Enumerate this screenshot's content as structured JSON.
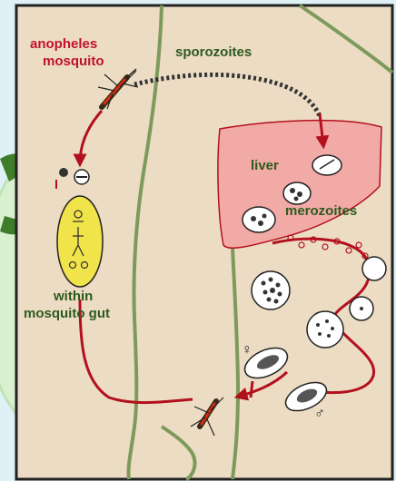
{
  "labels": {
    "mosquito": [
      "anopheles",
      "mosquito"
    ],
    "sporozoites": "sporozoites",
    "liver": "liver",
    "merozoites": "merozoites",
    "gut": [
      "within",
      "mosquito gut"
    ]
  },
  "symbols": {
    "female": "♀",
    "male": "♂"
  },
  "colors": {
    "background_panel": "#ecdcc4",
    "body_outline": "#7d9a5c",
    "arrow_red": "#b3101e",
    "liver_fill": "#f2aaa6",
    "gut_yellow": "#f1e34a",
    "label_red": "#c0122a",
    "label_green": "#2d5a1e"
  }
}
